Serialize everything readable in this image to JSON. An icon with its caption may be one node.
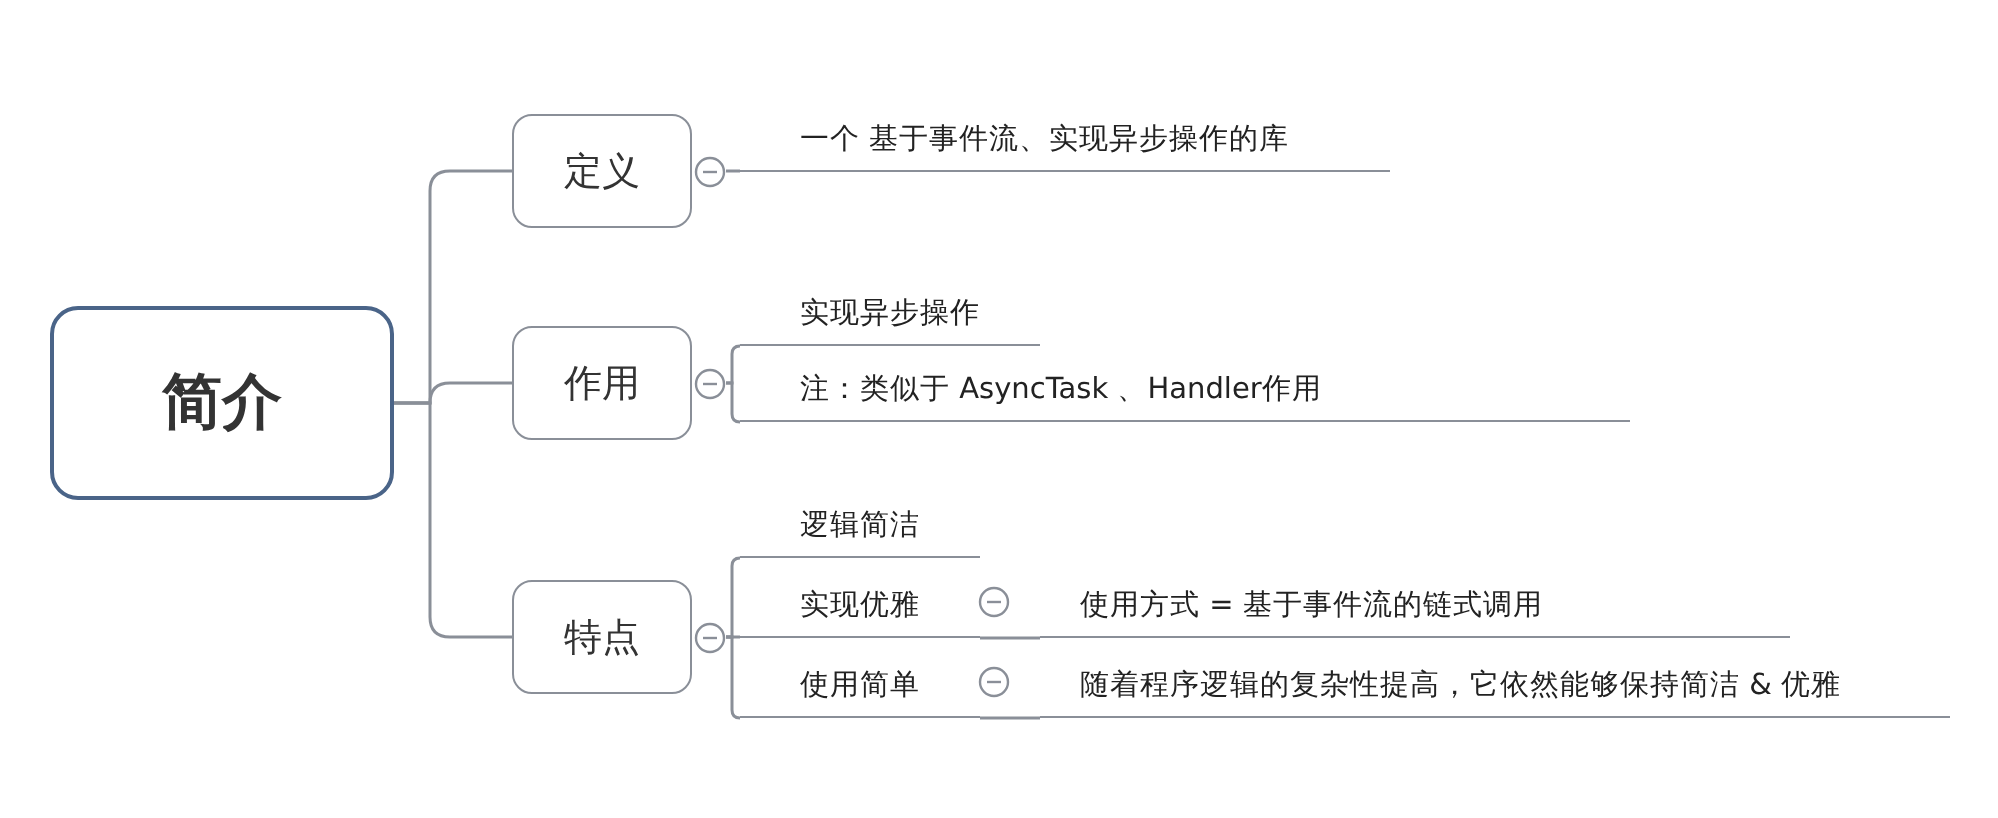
{
  "diagram": {
    "nodes": [
      {
        "text": [
          "简介"
        ]
      },
      {
        "text": [
          "定义"
        ]
      },
      {
        "text": [
          "一个 基于事件流、实现异步操作的库"
        ]
      },
      {
        "text": [
          "作用"
        ]
      },
      {
        "text": [
          "实现异步操作"
        ]
      },
      {
        "text": [
          "注：类似于 AsyncTask 、Handler作用"
        ]
      },
      {
        "text": [
          "特点"
        ]
      },
      {
        "text": [
          "逻辑简洁"
        ]
      },
      {
        "text": [
          "实现优雅"
        ]
      },
      {
        "text": [
          "使用方式 = 基于事件流的链式调用"
        ]
      },
      {
        "text": [
          "使用简单"
        ]
      },
      {
        "text": [
          "随着程序逻辑的复杂性提高，它依然能够保持简洁 & 优雅"
        ]
      }
    ],
    "edges": [
      {
        "from": 0,
        "to": 1,
        "arrow": "none"
      },
      {
        "from": 0,
        "to": 3,
        "arrow": "none"
      },
      {
        "from": 0,
        "to": 6,
        "arrow": "none"
      },
      {
        "from": 1,
        "to": 2,
        "arrow": "none"
      },
      {
        "from": 3,
        "to": 4,
        "arrow": "none"
      },
      {
        "from": 3,
        "to": 5,
        "arrow": "none"
      },
      {
        "from": 6,
        "to": 7,
        "arrow": "none"
      },
      {
        "from": 6,
        "to": 8,
        "arrow": "none"
      },
      {
        "from": 6,
        "to": 10,
        "arrow": "none"
      },
      {
        "from": 8,
        "to": 9,
        "arrow": "none"
      },
      {
        "from": 10,
        "to": 11,
        "arrow": "none"
      }
    ]
  }
}
